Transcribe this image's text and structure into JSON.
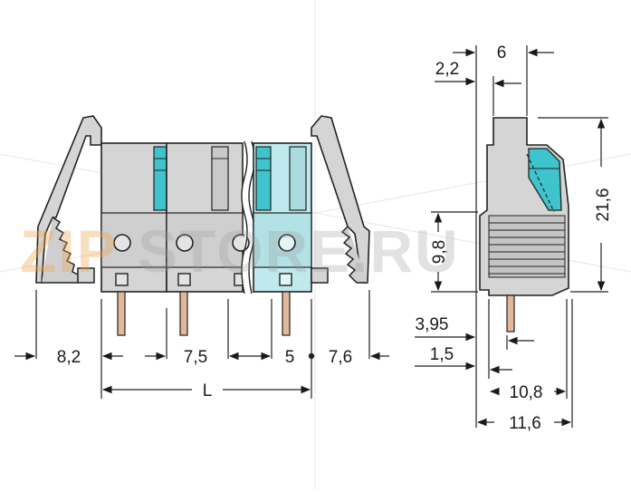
{
  "watermark": {
    "brand_left": "ZIP",
    "brand_right": "STORE.RU"
  },
  "front_view": {
    "dim_lever_offset": "8,2",
    "dim_pitch": "7,5",
    "dim_last_pitch": "5",
    "dim_right_offset": "7,6",
    "dim_total": "L"
  },
  "side_view": {
    "dim_top_offset": "2,2",
    "dim_top_width": "6",
    "dim_height": "21,6",
    "dim_mid_height": "9,8",
    "dim_pin_offset_a": "3,95",
    "dim_pin_offset_b": "1,5",
    "dim_width_inner": "10,8",
    "dim_width_outer": "11,6"
  },
  "colors": {
    "housing": "#d5d5d5",
    "housing_dark": "#a8a8a8",
    "outline": "#222222",
    "spring_clamp": "#3fc3cc",
    "transparent_body": "#bfe9ec",
    "pin": "#e2b79a",
    "watermark_orange": "#f0a64a"
  }
}
